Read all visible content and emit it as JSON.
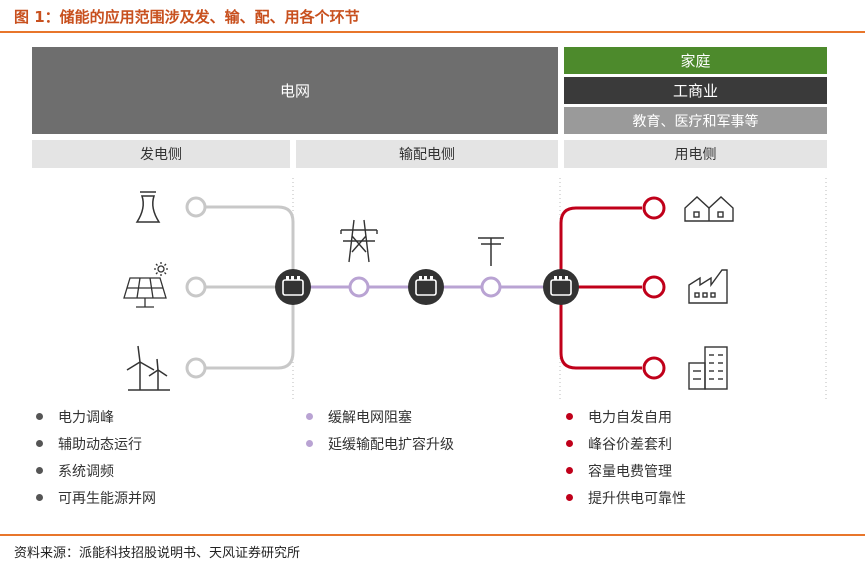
{
  "figure": {
    "title": "图 1：储能的应用范围涉及发、输、配、用各个环节",
    "source": "资料来源：派能科技招股说明书、天风证券研究所"
  },
  "header_blocks": {
    "grid": "电网",
    "household": "家庭",
    "industrial_commercial": "工商业",
    "public_services": "教育、医疗和军事等"
  },
  "sections": {
    "generation": "发电侧",
    "transmission_distribution": "输配电侧",
    "consumption": "用电侧"
  },
  "bullets": {
    "generation": [
      "电力调峰",
      "辅助动态运行",
      "系统调频",
      "可再生能源并网"
    ],
    "transmission_distribution": [
      "缓解电网阻塞",
      "延缓输配电扩容升级"
    ],
    "consumption": [
      "电力自发自用",
      "峰谷价差套利",
      "容量电费管理",
      "提升供电可靠性"
    ]
  },
  "colors": {
    "generation_line": "#c8c8c8",
    "transmission_line": "#b9a3d3",
    "consumption_line": "#c0001a",
    "battery_node": "#333333"
  }
}
